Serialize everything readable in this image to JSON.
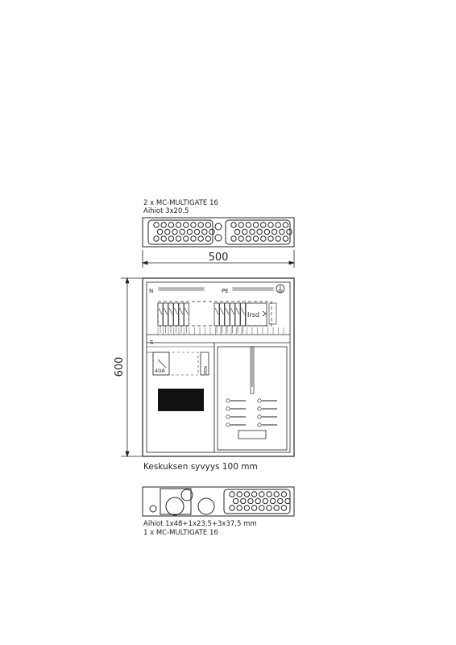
{
  "top_note": {
    "line1": "2 x MC-MULTIGATE 16",
    "line2": "Aihiot 3x20.5"
  },
  "dimensions": {
    "width": "500",
    "height": "600"
  },
  "depth_note": "Keskuksen syvyys 100 mm",
  "bottom_note": {
    "line1": "Aihiot 1x48+1x23,5+3x37,5 mm",
    "line2": "1 x MC-MULTIGATE 16"
  },
  "panel": {
    "n_label": "N",
    "pe_label": "PE",
    "n_pe_label": "N\nPE",
    "section_s": "S",
    "irsd_label": "Irsd",
    "breaker_label": "40A",
    "meter_label": "PEN"
  },
  "colors": {
    "line": "#222222",
    "fill_block": "#111111"
  }
}
